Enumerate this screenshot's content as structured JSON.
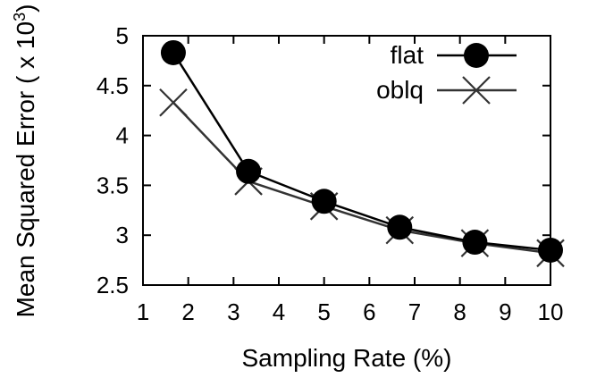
{
  "chart_data": {
    "type": "line",
    "xlabel": "Sampling Rate (%)",
    "ylabel_main": "Mean Squared Error ( x 10",
    "ylabel_exp": "3",
    "ylabel_close": ")",
    "xlim": [
      1,
      10
    ],
    "ylim": [
      2.5,
      5
    ],
    "xticks": [
      1,
      2,
      3,
      4,
      5,
      6,
      7,
      8,
      9,
      10
    ],
    "yticks": [
      2.5,
      3,
      3.5,
      4,
      4.5,
      5
    ],
    "ytick_labels": [
      "2.5",
      "3",
      "3.5",
      "4",
      "4.5",
      "5"
    ],
    "grid": false,
    "legend_position": "top-right",
    "series": [
      {
        "name": "flat",
        "marker": "circle",
        "color": "#000000",
        "x": [
          1.67,
          3.33,
          5,
          6.67,
          8.33,
          10
        ],
        "y": [
          4.83,
          3.64,
          3.34,
          3.08,
          2.93,
          2.85
        ]
      },
      {
        "name": "oblq",
        "marker": "x",
        "color": "#333333",
        "x": [
          1.67,
          3.33,
          5,
          6.67,
          8.33,
          10
        ],
        "y": [
          4.33,
          3.54,
          3.29,
          3.05,
          2.92,
          2.82
        ]
      }
    ]
  }
}
